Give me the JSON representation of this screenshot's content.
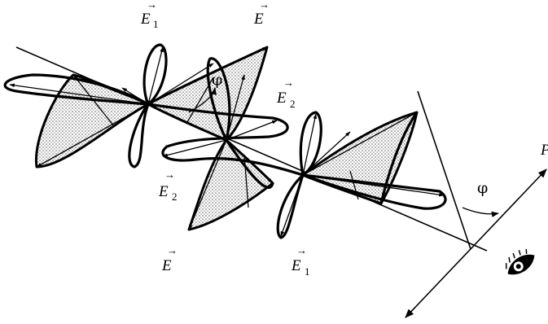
{
  "labels": {
    "e1_top": "E",
    "e1_top_sub": "1",
    "e_top": "E",
    "e2_mid": "E",
    "e2_mid_sub": "2",
    "e2_left": "E",
    "e2_left_sub": "2",
    "e_bottom": "E",
    "e1_bottom": "E",
    "e1_bottom_sub": "1",
    "phi_top": "φ",
    "phi_right": "φ",
    "p_edge": "P"
  },
  "vector_arrow": "→"
}
